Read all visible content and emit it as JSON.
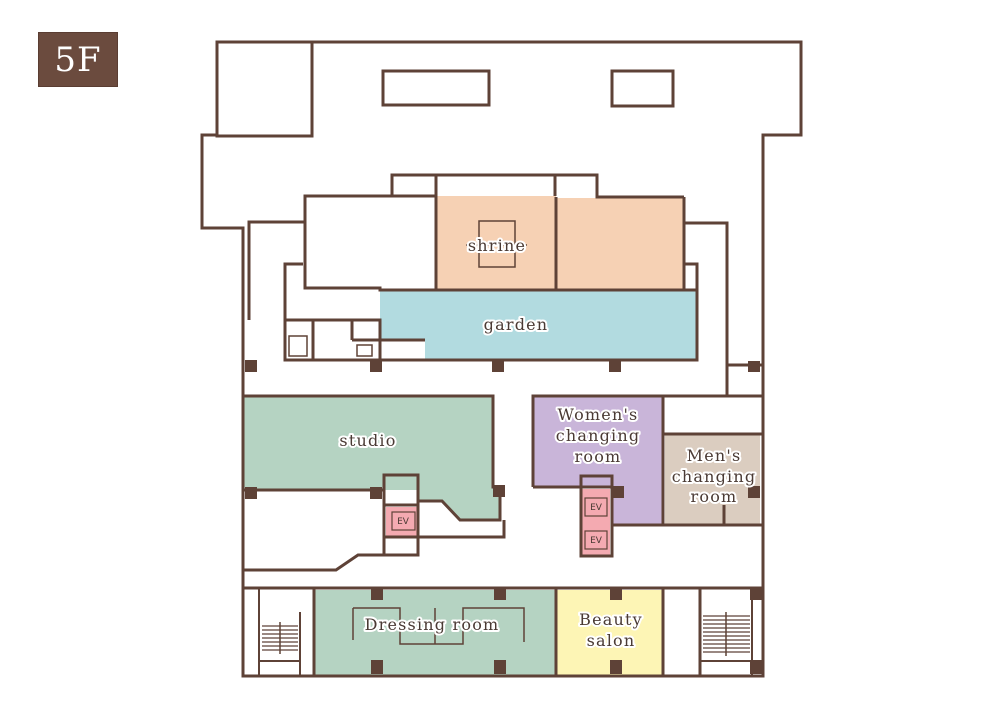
{
  "floor": {
    "label": "5F"
  },
  "rooms": {
    "shrine": "shrine",
    "garden": "garden",
    "studio": "studio",
    "womens": [
      "Women's",
      "changing",
      "room"
    ],
    "mens": [
      "Men's",
      "changing",
      "room"
    ],
    "dressing": "Dressing room",
    "beauty": [
      "Beauty",
      "salon"
    ]
  },
  "elevator_label": "EV",
  "colors": {
    "wall": "#5e4237",
    "shrine": "#f6d1b4",
    "garden": "#b2dbe0",
    "studio": "#b5d3c2",
    "womens": "#c9b5d9",
    "mens": "#dbcdc0",
    "dressing": "#b5d3c2",
    "beauty": "#fdf5b5",
    "elevator": "#f4aab1",
    "badge": "#6b4b3e"
  }
}
